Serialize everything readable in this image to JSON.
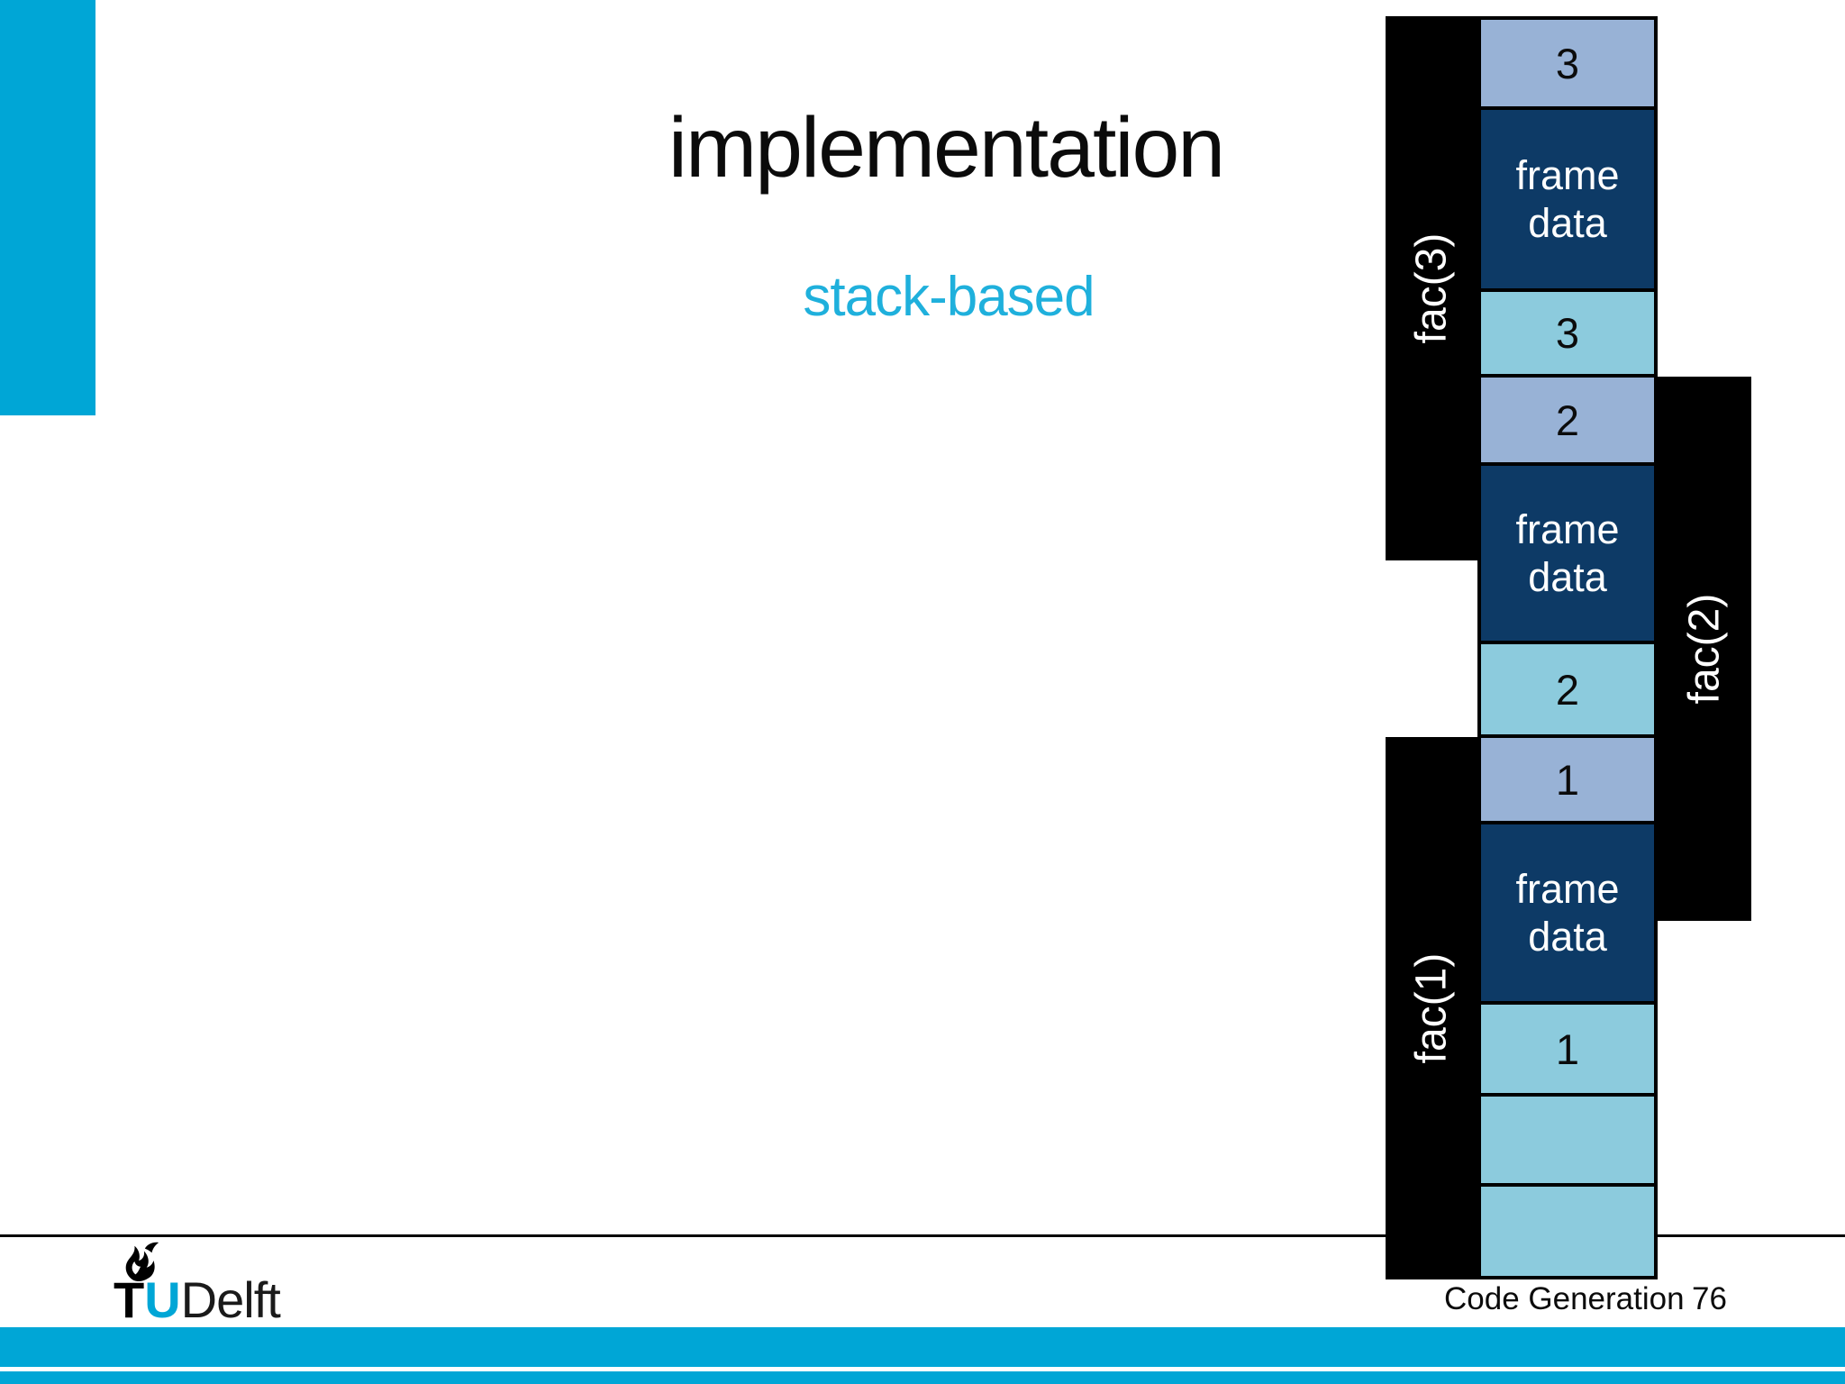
{
  "slide": {
    "title": "implementation",
    "subtitle": "stack-based"
  },
  "colors": {
    "accent_cyan": "#00a6d6",
    "subtitle_cyan": "#1fb0dc",
    "param_cell_blue": "#98b2d6",
    "frame_data_navy": "#0d3a66",
    "return_cell_cyan": "#8ccbdd",
    "bar_black": "#000000"
  },
  "stack": {
    "frames": [
      {
        "label": "fac(3)"
      },
      {
        "label": "fac(2)"
      },
      {
        "label": "fac(1)"
      }
    ],
    "cells": [
      {
        "text": "3",
        "type": "param"
      },
      {
        "text": "frame data",
        "type": "frame"
      },
      {
        "text": "3",
        "type": "return"
      },
      {
        "text": "2",
        "type": "param"
      },
      {
        "text": "frame data",
        "type": "frame"
      },
      {
        "text": "2",
        "type": "return"
      },
      {
        "text": "1",
        "type": "param"
      },
      {
        "text": "frame data",
        "type": "frame"
      },
      {
        "text": "1",
        "type": "return"
      },
      {
        "text": "",
        "type": "empty"
      },
      {
        "text": "",
        "type": "empty"
      }
    ]
  },
  "footer": {
    "course": "Code Generation",
    "page": "76"
  },
  "logo": {
    "tu_t": "T",
    "tu_u": "U",
    "delft": "Delft"
  }
}
